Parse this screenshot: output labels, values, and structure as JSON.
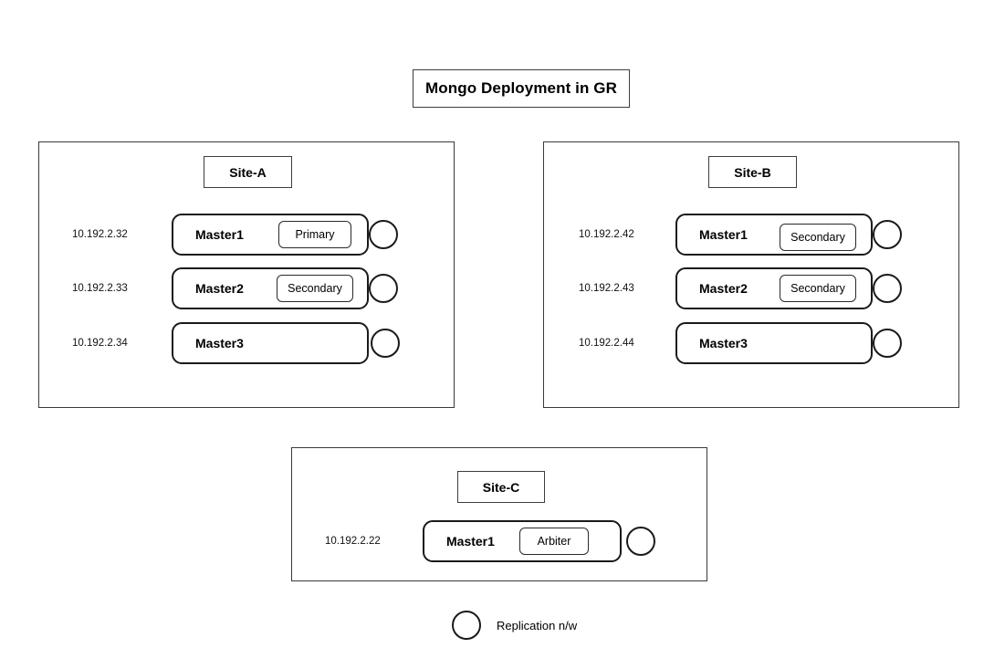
{
  "diagram": {
    "title": "Mongo Deployment in GR",
    "legend": {
      "icon": "circle-icon",
      "label": "Replication n/w"
    }
  },
  "sites": [
    {
      "id": "site-a",
      "label": "Site-A",
      "nodes": [
        {
          "ip": "10.192.2.32",
          "name": "Master1",
          "role": "Primary",
          "has_role": true,
          "replication": true
        },
        {
          "ip": "10.192.2.33",
          "name": "Master2",
          "role": "Secondary",
          "has_role": true,
          "replication": true
        },
        {
          "ip": "10.192.2.34",
          "name": "Master3",
          "role": "",
          "has_role": false,
          "replication": true
        }
      ]
    },
    {
      "id": "site-b",
      "label": "Site-B",
      "nodes": [
        {
          "ip": "10.192.2.42",
          "name": "Master1",
          "role": "Secondary",
          "has_role": true,
          "replication": true
        },
        {
          "ip": "10.192.2.43",
          "name": "Master2",
          "role": "Secondary",
          "has_role": true,
          "replication": true
        },
        {
          "ip": "10.192.2.44",
          "name": "Master3",
          "role": "",
          "has_role": false,
          "replication": true
        }
      ]
    },
    {
      "id": "site-c",
      "label": "Site-C",
      "nodes": [
        {
          "ip": "10.192.2.22",
          "name": "Master1",
          "role": "Arbiter",
          "has_role": true,
          "replication": true
        }
      ]
    }
  ],
  "colors": {
    "background": "#ffffff",
    "stroke": "#1a1a1a",
    "panel_stroke": "#3a3a3a",
    "text": "#000000"
  }
}
